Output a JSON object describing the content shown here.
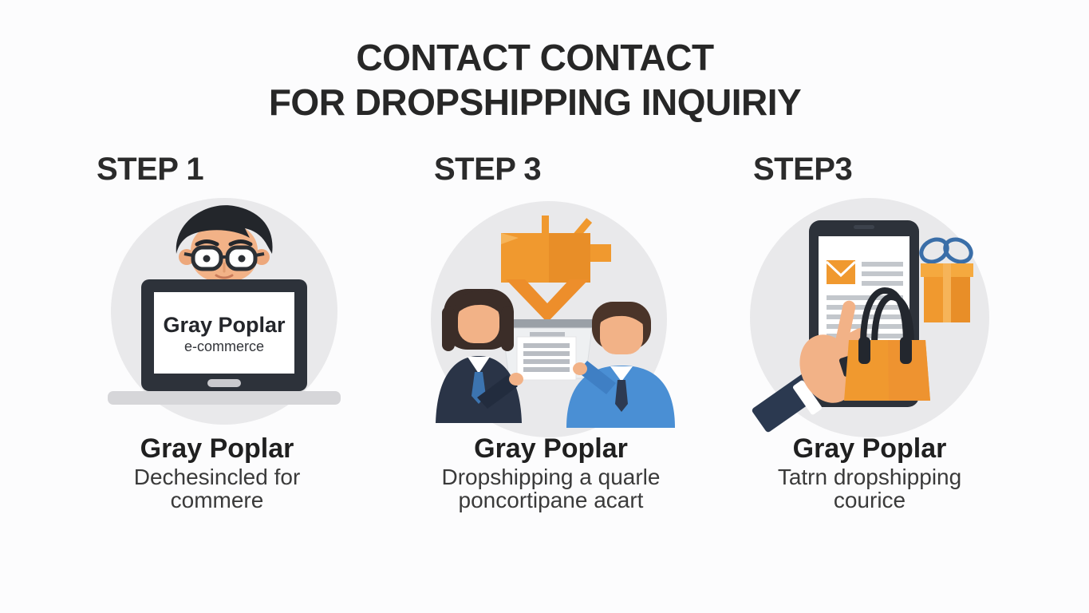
{
  "title": {
    "line1": "CONTACT CONTACT",
    "line2": "FOR DROPSHIPPING INQUIRIY"
  },
  "steps": [
    {
      "label": "STEP 1",
      "illustration": "man-with-glasses-behind-laptop",
      "laptop_screen": {
        "title": "Gray Poplar",
        "subtitle": "e-commerce"
      },
      "caption": {
        "title": "Gray Poplar",
        "line1": "Dechesincled for",
        "line2": "commere"
      }
    },
    {
      "label": "STEP 3",
      "illustration": "two-people-exchanging-document-under-package-arrow",
      "caption": {
        "title": "Gray Poplar",
        "line1": "Dropshipping a quarle",
        "line2": "poncortipane acart"
      }
    },
    {
      "label": "STEP3",
      "illustration": "hand-holding-tablet-with-email-shopping-bag-gift",
      "caption": {
        "title": "Gray Poplar",
        "line1": "Tatrn dropshipping",
        "line2": "courice"
      }
    }
  ],
  "colors": {
    "background": "#fcfcfd",
    "text_dark": "#262626",
    "circle_bg": "#e9e9eb",
    "orange": "#F0992F",
    "orange_dark": "#E88E28",
    "orange_light": "#F6B459",
    "device_dark": "#2d323a",
    "laptop_base_gray": "#d6d6d9",
    "skin": "#F2B287",
    "hair_black": "#23262b",
    "hair_brown_woman": "#3b2d28",
    "hair_brown_man": "#4a3429",
    "navy_suit": "#2a3447",
    "sweater_blue": "#4a8fd4",
    "tie_blue": "#3c74b0",
    "ribbon_blue": "#3a6ea8",
    "line_gray": "#bcc0c6",
    "bar_gray": "#9aa0a7"
  }
}
